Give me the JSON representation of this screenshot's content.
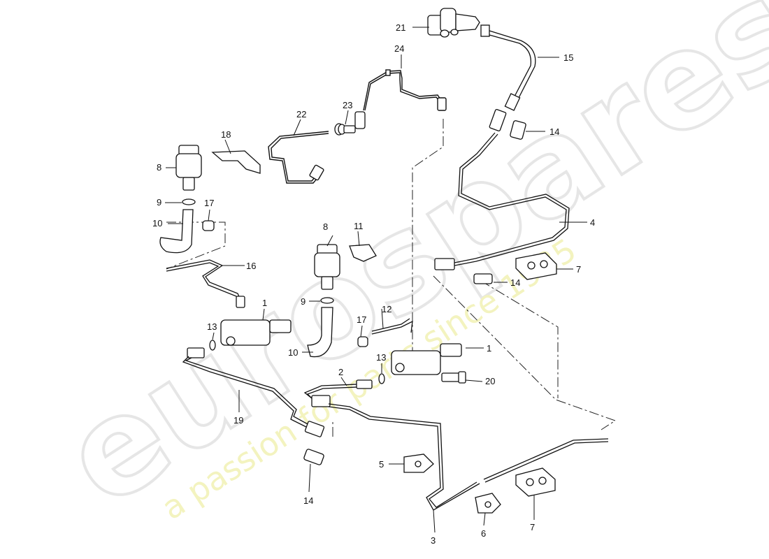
{
  "watermark": {
    "brand": "eurospares",
    "tagline": "a passion for parts since 1985",
    "brand_color": "#e8e8e8",
    "tagline_color": "#f2f2b8"
  },
  "callouts": {
    "p1a": "1",
    "p1b": "1",
    "p2": "2",
    "p3": "3",
    "p4": "4",
    "p5": "5",
    "p6": "6",
    "p7a": "7",
    "p7b": "7",
    "p8a": "8",
    "p8b": "8",
    "p9a": "9",
    "p9b": "9",
    "p10a": "10",
    "p10b": "10",
    "p11": "11",
    "p12": "12",
    "p13a": "13",
    "p13b": "13",
    "p14a": "14",
    "p14b": "14",
    "p14c": "14",
    "p15": "15",
    "p16": "16",
    "p17a": "17",
    "p17b": "17",
    "p18": "18",
    "p19": "19",
    "p20": "20",
    "p21": "21",
    "p22": "22",
    "p23": "23",
    "p24": "24"
  }
}
